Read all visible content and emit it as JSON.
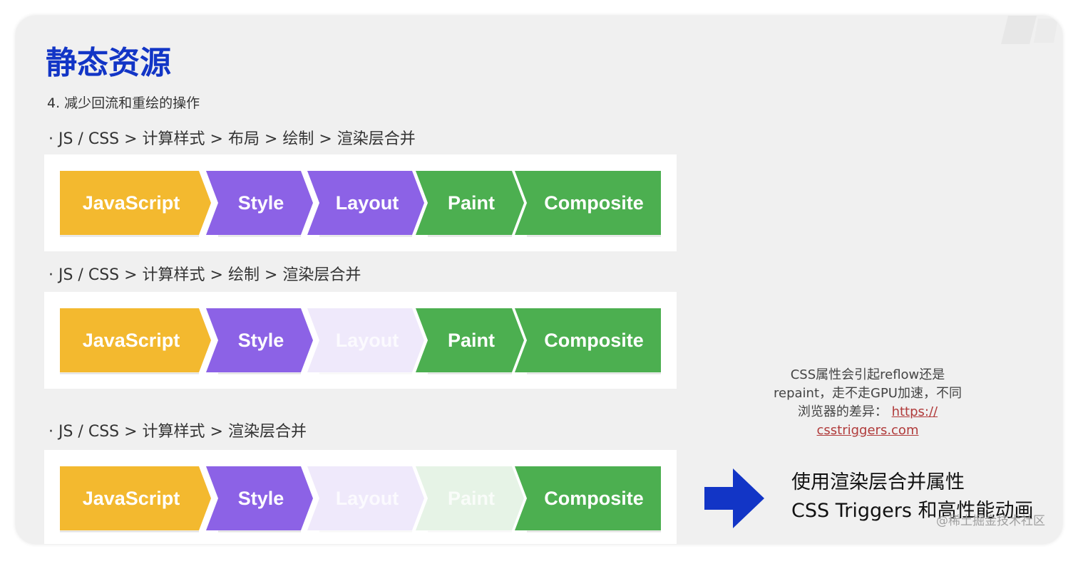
{
  "slide": {
    "title": "静态资源",
    "subtitle": "4. 减少回流和重绘的操作"
  },
  "pipelines": [
    {
      "label": "· JS / CSS > 计算样式 > 布局 > 绘制 > 渲染层合并",
      "stages": [
        {
          "name": "JavaScript",
          "active": true
        },
        {
          "name": "Style",
          "active": true
        },
        {
          "name": "Layout",
          "active": true
        },
        {
          "name": "Paint",
          "active": true
        },
        {
          "name": "Composite",
          "active": true
        }
      ]
    },
    {
      "label": "· JS / CSS > 计算样式 > 绘制 > 渲染层合并",
      "stages": [
        {
          "name": "JavaScript",
          "active": true
        },
        {
          "name": "Style",
          "active": true
        },
        {
          "name": "Layout",
          "active": false
        },
        {
          "name": "Paint",
          "active": true
        },
        {
          "name": "Composite",
          "active": true
        }
      ]
    },
    {
      "label": "· JS / CSS > 计算样式 > 渲染层合并",
      "stages": [
        {
          "name": "JavaScript",
          "active": true
        },
        {
          "name": "Style",
          "active": true
        },
        {
          "name": "Layout",
          "active": false
        },
        {
          "name": "Paint",
          "active": false
        },
        {
          "name": "Composite",
          "active": true
        }
      ]
    }
  ],
  "stage_colors": {
    "JavaScript": {
      "active": "#f3b92f",
      "inactive": "#fbefd0"
    },
    "Style": {
      "active": "#8c62e6",
      "inactive": "#efe9fb"
    },
    "Layout": {
      "active": "#8c62e6",
      "inactive": "#efe9fb"
    },
    "Paint": {
      "active": "#4caf50",
      "inactive": "#e6f3e6"
    },
    "Composite": {
      "active": "#4caf50",
      "inactive": "#e6f3e6"
    }
  },
  "note": {
    "line1": "CSS属性会引起reflow还是",
    "line2": "repaint，走不走GPU加速，不同",
    "line3_prefix": "浏览器的差异：",
    "link_part1": "https://",
    "link_part2": "csstriggers.com"
  },
  "conclusion": {
    "line1": "使用渲染层合并属性",
    "line2": "CSS Triggers 和高性能动画"
  },
  "arrow_color": "#1235c6",
  "watermark": "@稀土掘金技术社区"
}
